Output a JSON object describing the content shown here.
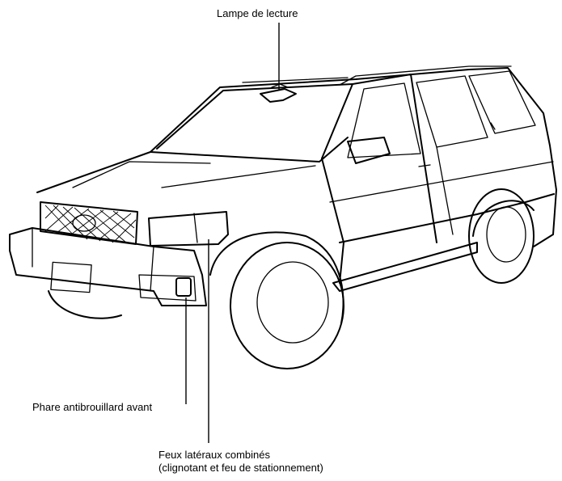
{
  "labels": {
    "reading_lamp": "Lampe de lecture",
    "fog_lamp": "Phare antibrouillard avant",
    "side_lights_line1": "Feux latéraux combinés",
    "side_lights_line2": "(clignotant et feu de stationnement)"
  }
}
